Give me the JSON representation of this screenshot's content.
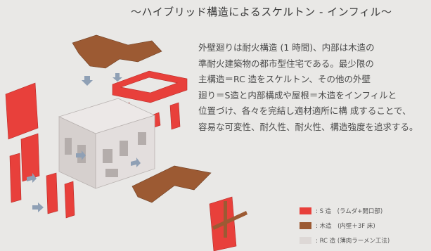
{
  "title": "〜ハイブリッド構造によるスケルトン - インフィル〜",
  "description_lines": [
    "外壁廻りは耐火構造 (1 時間)、内部は木造の",
    "準耐火建築物の都市型住宅である。最少限の",
    "主構造＝RC 造をスケルトン、その他の外壁",
    "廻り＝S造と内部構成や屋根＝木造をインフィルと",
    "位置づけ、各々を完結し適材適所に構 成することで、",
    "容易な可変性、耐久性、耐火性、構造強度を追求する。"
  ],
  "legend": [
    {
      "label": ": S 造　(ラムダ+開口部)",
      "color": "#e8403b"
    },
    {
      "label": ": 木造　(内壁＋3F 床)",
      "color": "#9c5a33"
    },
    {
      "label": ": RC 造 (薄肉ラーメン工法)",
      "color": "#ddd8d6"
    }
  ],
  "colors": {
    "steel": "#e8403b",
    "wood": "#9c5a33",
    "rc": "#ddd8d6",
    "arrow": "#8fa0b5",
    "background": "#e9e8e6"
  }
}
